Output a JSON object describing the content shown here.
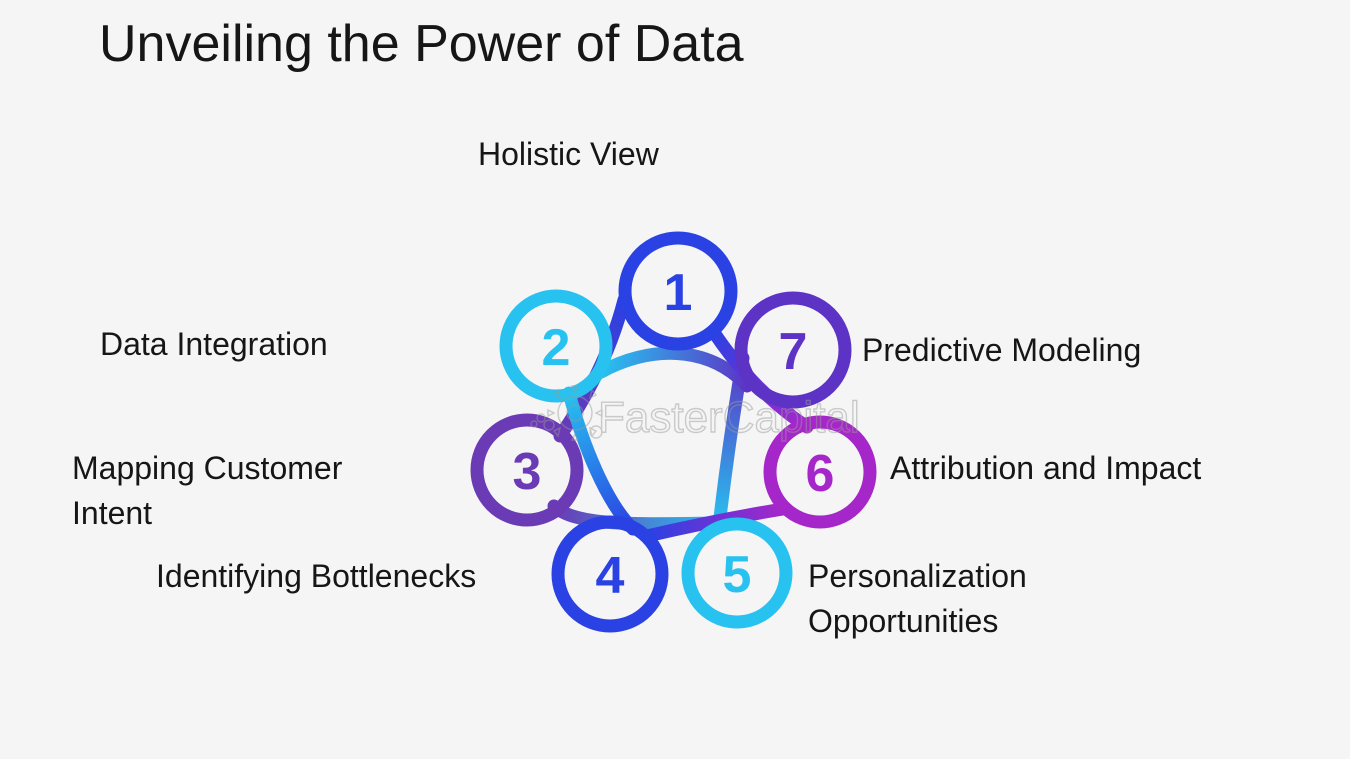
{
  "title": "Unveiling the Power of Data",
  "watermark": {
    "text": "FasterCapital",
    "logo": "gear-icon"
  },
  "colors": {
    "background": "#f5f5f5",
    "text": "#161616",
    "watermark": "#9b9b9b"
  },
  "sequence": "1-3-5-7-2-4-6-1",
  "steps": [
    {
      "number": "1",
      "label": "Holistic View",
      "color": "#2a41e3"
    },
    {
      "number": "2",
      "label": "Data Integration",
      "color": "#27c2ef"
    },
    {
      "number": "3",
      "label": "Mapping Customer Intent",
      "color": "#6b3ab5"
    },
    {
      "number": "4",
      "label": "Identifying Bottlenecks",
      "color": "#2a41e3"
    },
    {
      "number": "5",
      "label": "Personalization Opportunities",
      "color": "#27c2ef"
    },
    {
      "number": "6",
      "label": "Attribution and Impact",
      "color": "#a627c9"
    },
    {
      "number": "7",
      "label": "Predictive Modeling",
      "color": "#5d33c5"
    }
  ]
}
